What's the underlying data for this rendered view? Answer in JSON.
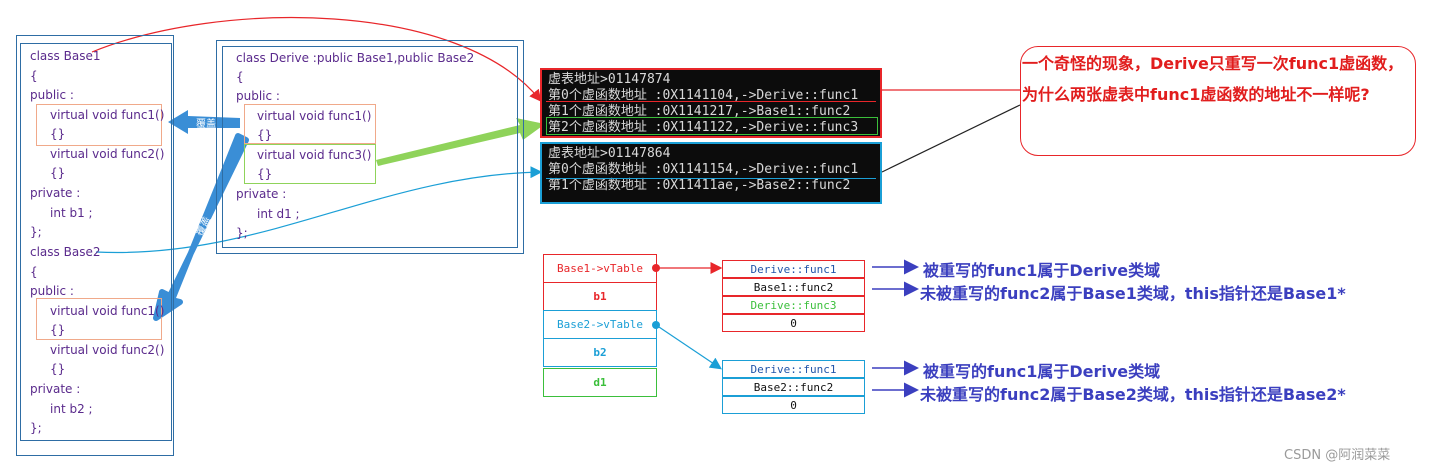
{
  "base1_code": [
    "class Base1",
    "{",
    "public :",
    "virtual void func1()",
    "{}",
    "virtual void func2()",
    "{}",
    "private :",
    "int b1 ;",
    "};"
  ],
  "base2_code": [
    "class Base2",
    "{",
    "public :",
    "virtual void func1()",
    "{}",
    "virtual void func2()",
    "{}",
    "private :",
    "int b2 ;",
    "};"
  ],
  "derive_code": [
    "class Derive :public Base1,public Base2",
    "{",
    "public :",
    "virtual void func1()",
    "{}",
    "virtual void func3()",
    "{}",
    "private :",
    "int d1 ;",
    "};"
  ],
  "override_label": "覆盖",
  "terminal1": [
    "虚表地址>01147874",
    "第0个虚函数地址 :0X1141104,->Derive::func1",
    "第1个虚函数地址 :0X1141217,->Base1::func2",
    "第2个虚函数地址 :0X1141122,->Derive::func3"
  ],
  "terminal2": [
    "虚表地址>01147864",
    "第0个虚函数地址 :0X1141154,->Derive::func1",
    "第1个虚函数地址 :0X11411ae,->Base2::func2"
  ],
  "callout_text": "一个奇怪的现象，Derive只重写一次func1虚函数，为什么两张虚表中func1虚函数的地址不一样呢?",
  "object_layout": [
    "Base1->vTable",
    "b1",
    "Base2->vTable",
    "b2",
    "d1"
  ],
  "vtable1": [
    "Derive::func1",
    "Base1::func2",
    "Derive::func3",
    "0"
  ],
  "vtable2": [
    "Derive::func1",
    "Base2::func2",
    "0"
  ],
  "notes": [
    "被重写的func1属于Derive类域",
    "未被重写的func2属于Base1类域，this指针还是Base1*",
    "被重写的func1属于Derive类域",
    "未被重写的func2属于Base2类域，this指针还是Base2*"
  ],
  "watermark": "CSDN @阿润菜菜",
  "colors": {
    "red": "#e8262a",
    "blue": "#1b9fd6",
    "green": "#3bbf3b",
    "purple": "#5a2a8c",
    "note": "#3b3fbf",
    "arrow_blue": "#3a8ed6",
    "arrow_green": "#8fd35a"
  }
}
